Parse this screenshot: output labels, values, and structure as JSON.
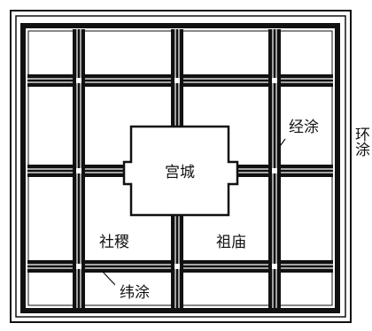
{
  "labels": {
    "palace": "宫城",
    "she_ji": "社稷",
    "zu_miao": "祖庙",
    "jing_tu": "经涂",
    "wei_tu": "纬涂",
    "huan_tu": "环涂"
  },
  "colors": {
    "ink": "#111111",
    "paper": "#ffffff"
  }
}
